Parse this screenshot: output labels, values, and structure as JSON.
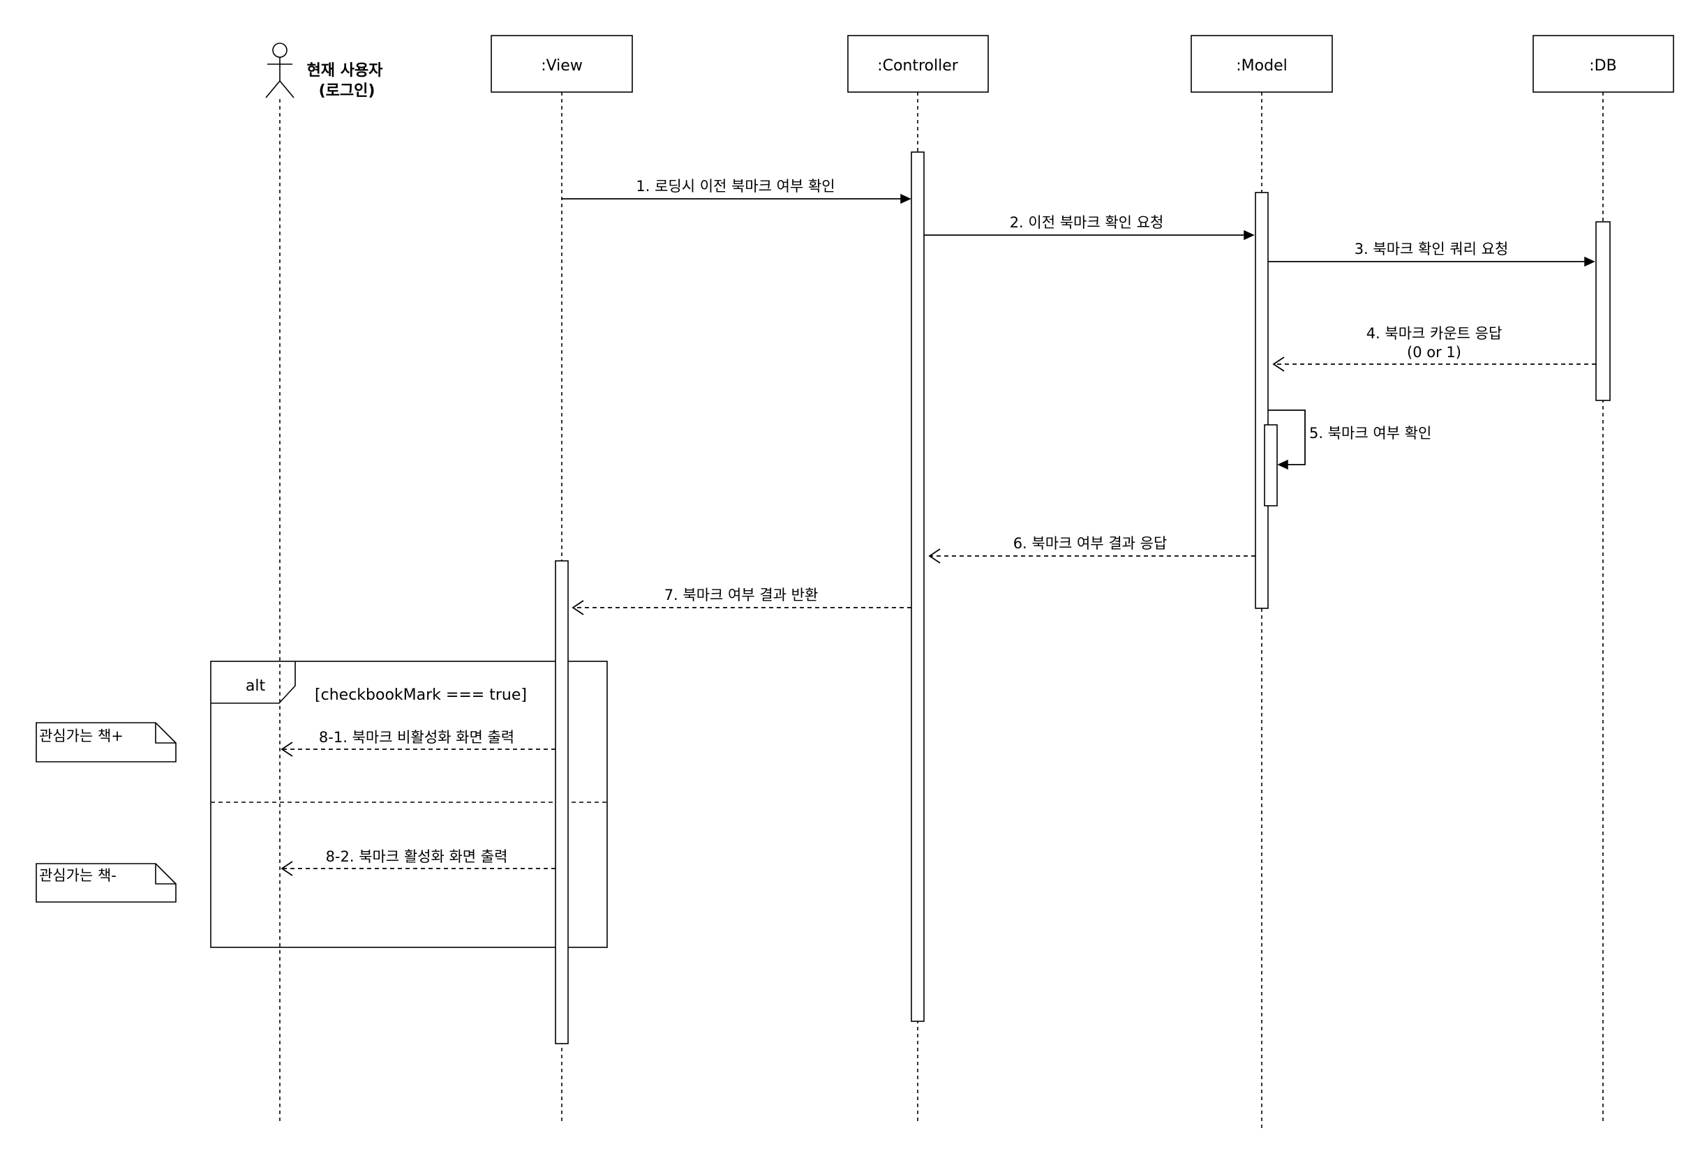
{
  "participants": {
    "actor": {
      "line1": "현재 사용자",
      "line2": "(로그인)"
    },
    "view": {
      "label": ":View"
    },
    "controller": {
      "label": ":Controller"
    },
    "model": {
      "label": ":Model"
    },
    "db": {
      "label": ":DB"
    }
  },
  "messages": {
    "m1": "1. 로딩시 이전 북마크 여부 확인",
    "m2": "2. 이전 북마크 확인 요청",
    "m3": "3. 북마크 확인 쿼리 요청",
    "m4_line1": "4. 북마크 카운트 응답",
    "m4_line2": "(0 or 1)",
    "m5": "5. 북마크 여부 확인",
    "m6": "6. 북마크 여부 결과 응답",
    "m7": "7. 북마크 여부 결과 반환",
    "m8_1": "8-1. 북마크 비활성화 화면 출력",
    "m8_2": "8-2. 북마크 활성화 화면 출력"
  },
  "alt_fragment": {
    "operator": "alt",
    "guard": "[checkbookMark === true]"
  },
  "notes": {
    "note1": "관심가는 책+",
    "note2": "관심가는 책-"
  }
}
